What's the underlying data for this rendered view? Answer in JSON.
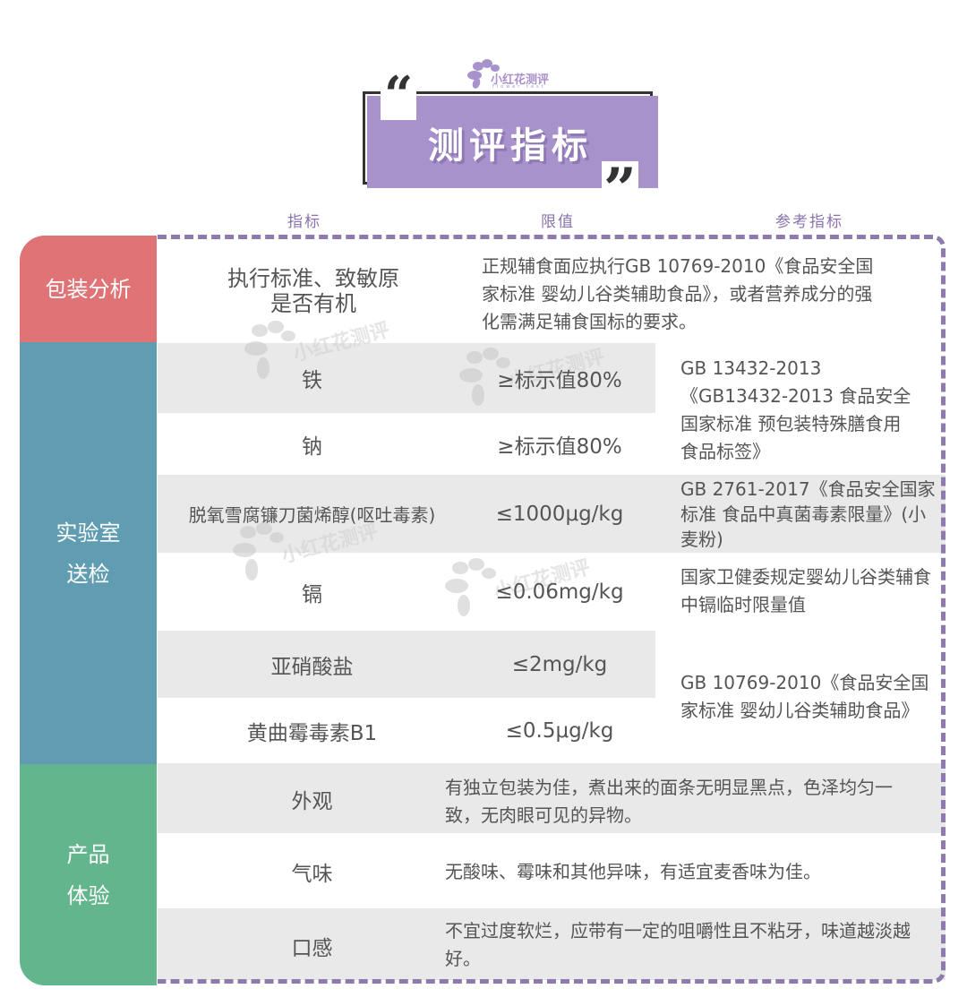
{
  "brand": {
    "logo_text": "小红花测评",
    "logo_subtext": "flower test",
    "accent": "#a892cc"
  },
  "title": {
    "text": "测评指标",
    "quote_open": "“",
    "quote_close": "”"
  },
  "columns": {
    "indicator": "指标",
    "limit": "限值",
    "reference": "参考指标"
  },
  "colors": {
    "packaging": "#e07376",
    "lab": "#619db2",
    "experience": "#62b58c",
    "dash": "#8e7aac",
    "band": "#e9e9ea"
  },
  "categories": {
    "packaging": {
      "label": "包装分析"
    },
    "lab": {
      "line1": "实验室",
      "line2": "送检"
    },
    "experience": {
      "line1": "产品",
      "line2": "体验"
    }
  },
  "packaging": {
    "indicator_line1": "执行标准、致敏原",
    "indicator_line2": "是否有机",
    "reference": "正规辅食面应执行GB 10769-2010《食品安全国家标准 婴幼儿谷类辅助食品》，或者营养成分的强化需满足辅食国标的要求。"
  },
  "lab_rows": [
    {
      "indicator": "铁",
      "limit": "≥标示值80%"
    },
    {
      "indicator": "钠",
      "limit": "≥标示值80%"
    },
    {
      "indicator": "脱氧雪腐镰刀菌烯醇(呕吐毒素)",
      "limit": "≤1000μg/kg"
    },
    {
      "indicator": "镉",
      "limit": "≤0.06mg/kg"
    },
    {
      "indicator": "亚硝酸盐",
      "limit": "≤2mg/kg"
    },
    {
      "indicator": "黄曲霉毒素B1",
      "limit": "≤0.5μg/kg"
    }
  ],
  "lab_refs": [
    {
      "text": "GB 13432-2013《GB13432-2013 食品安全国家标准 预包装特殊膳食用食品标签》"
    },
    {
      "text": "GB 2761-2017《食品安全国家标准 食品中真菌毒素限量》(小麦粉)"
    },
    {
      "text": "国家卫健委规定婴幼儿谷类辅食中镉临时限量值"
    },
    {
      "text": "GB 10769-2010《食品安全国家标准 婴幼儿谷类辅助食品》"
    }
  ],
  "experience_rows": [
    {
      "indicator": "外观",
      "reference": "有独立包装为佳，煮出来的面条无明显黑点，色泽均匀一致，无肉眼可见的异物。"
    },
    {
      "indicator": "气味",
      "reference": "无酸味、霉味和其他异味，有适宜麦香味为佳。"
    },
    {
      "indicator": "口感",
      "reference": "不宜过度软烂，应带有一定的咀嚼性且不粘牙，味道越淡越好。"
    }
  ],
  "watermark": {
    "text": "小红花测评"
  }
}
